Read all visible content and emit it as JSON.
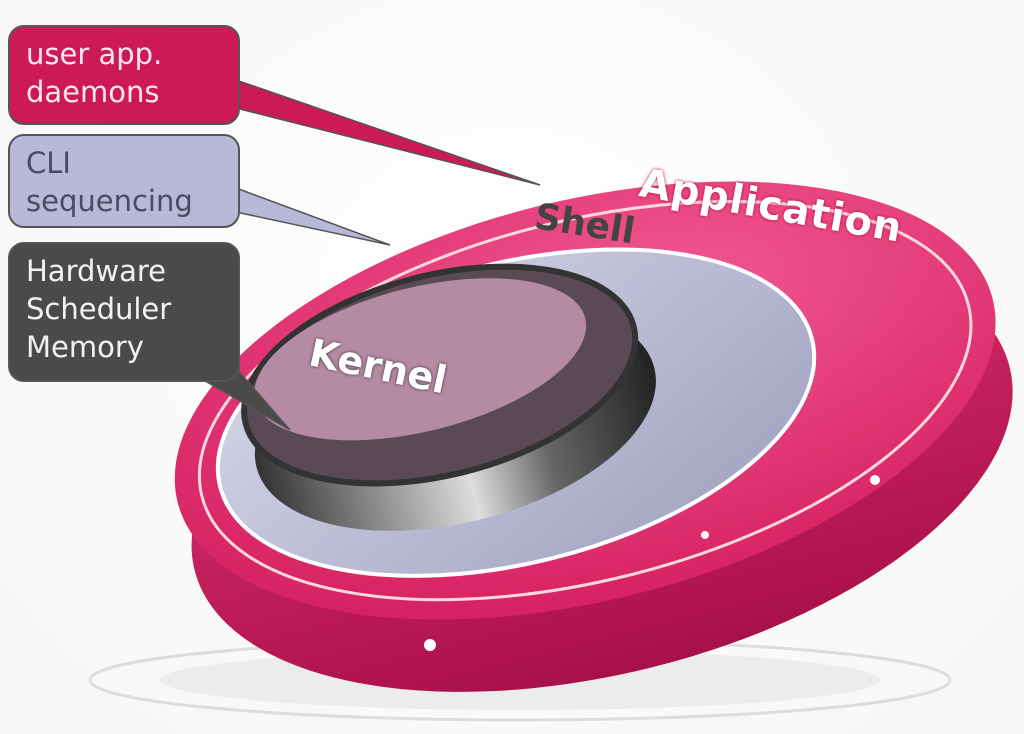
{
  "layers": {
    "application": {
      "label": "Application",
      "callout": [
        "user app.",
        "daemons"
      ],
      "color": "#cc1a55"
    },
    "shell": {
      "label": "Shell",
      "callout": [
        "CLI",
        "sequencing"
      ],
      "color": "#b8b9d8"
    },
    "kernel": {
      "label": "Kernel",
      "callout": [
        "Hardware",
        "Scheduler",
        "Memory"
      ],
      "color": "#4a4a4a"
    }
  }
}
